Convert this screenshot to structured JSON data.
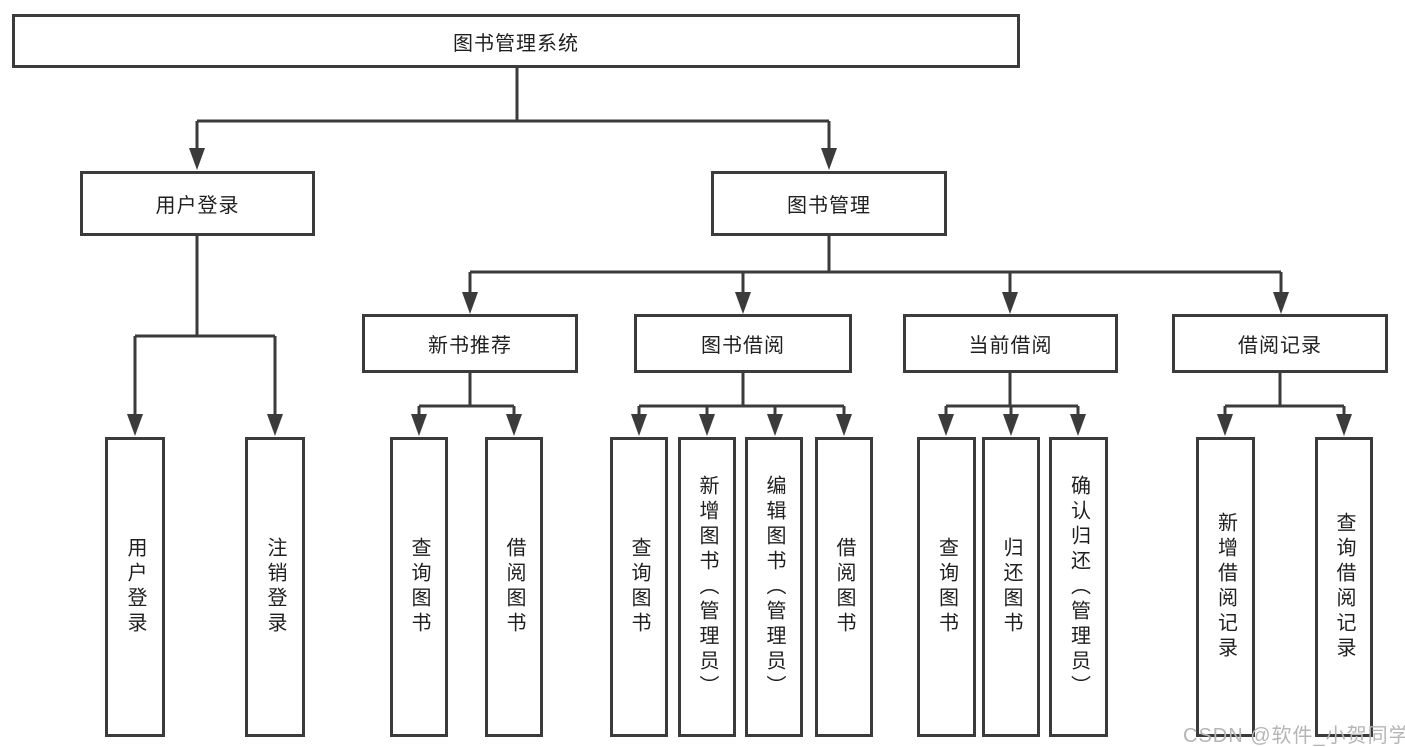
{
  "watermark": "CSDN @软件_小贺同学",
  "colors": {
    "line": "#3b3b3b",
    "text": "#1f1f1f",
    "watermark_text": "#b5b5b5",
    "background": "#ffffff"
  },
  "tree": {
    "root": "图书管理系统",
    "level2": [
      {
        "id": "user-login",
        "label": "用户登录",
        "leaves": [
          "用户登录",
          "注销登录"
        ]
      },
      {
        "id": "book-management",
        "label": "图书管理"
      }
    ],
    "level3": [
      {
        "id": "new-book-recommend",
        "label": "新书推荐",
        "leaves": [
          "查询图书",
          "借阅图书"
        ]
      },
      {
        "id": "book-borrow",
        "label": "图书借阅",
        "leaves": [
          "查询图书",
          "新增图书（管理员）",
          "编辑图书（管理员）",
          "借阅图书"
        ]
      },
      {
        "id": "current-borrow",
        "label": "当前借阅",
        "leaves": [
          "查询图书",
          "归还图书",
          "确认归还（管理员）"
        ]
      },
      {
        "id": "borrow-record",
        "label": "借阅记录",
        "leaves": [
          "新增借阅记录",
          "查询借阅记录"
        ]
      }
    ]
  }
}
